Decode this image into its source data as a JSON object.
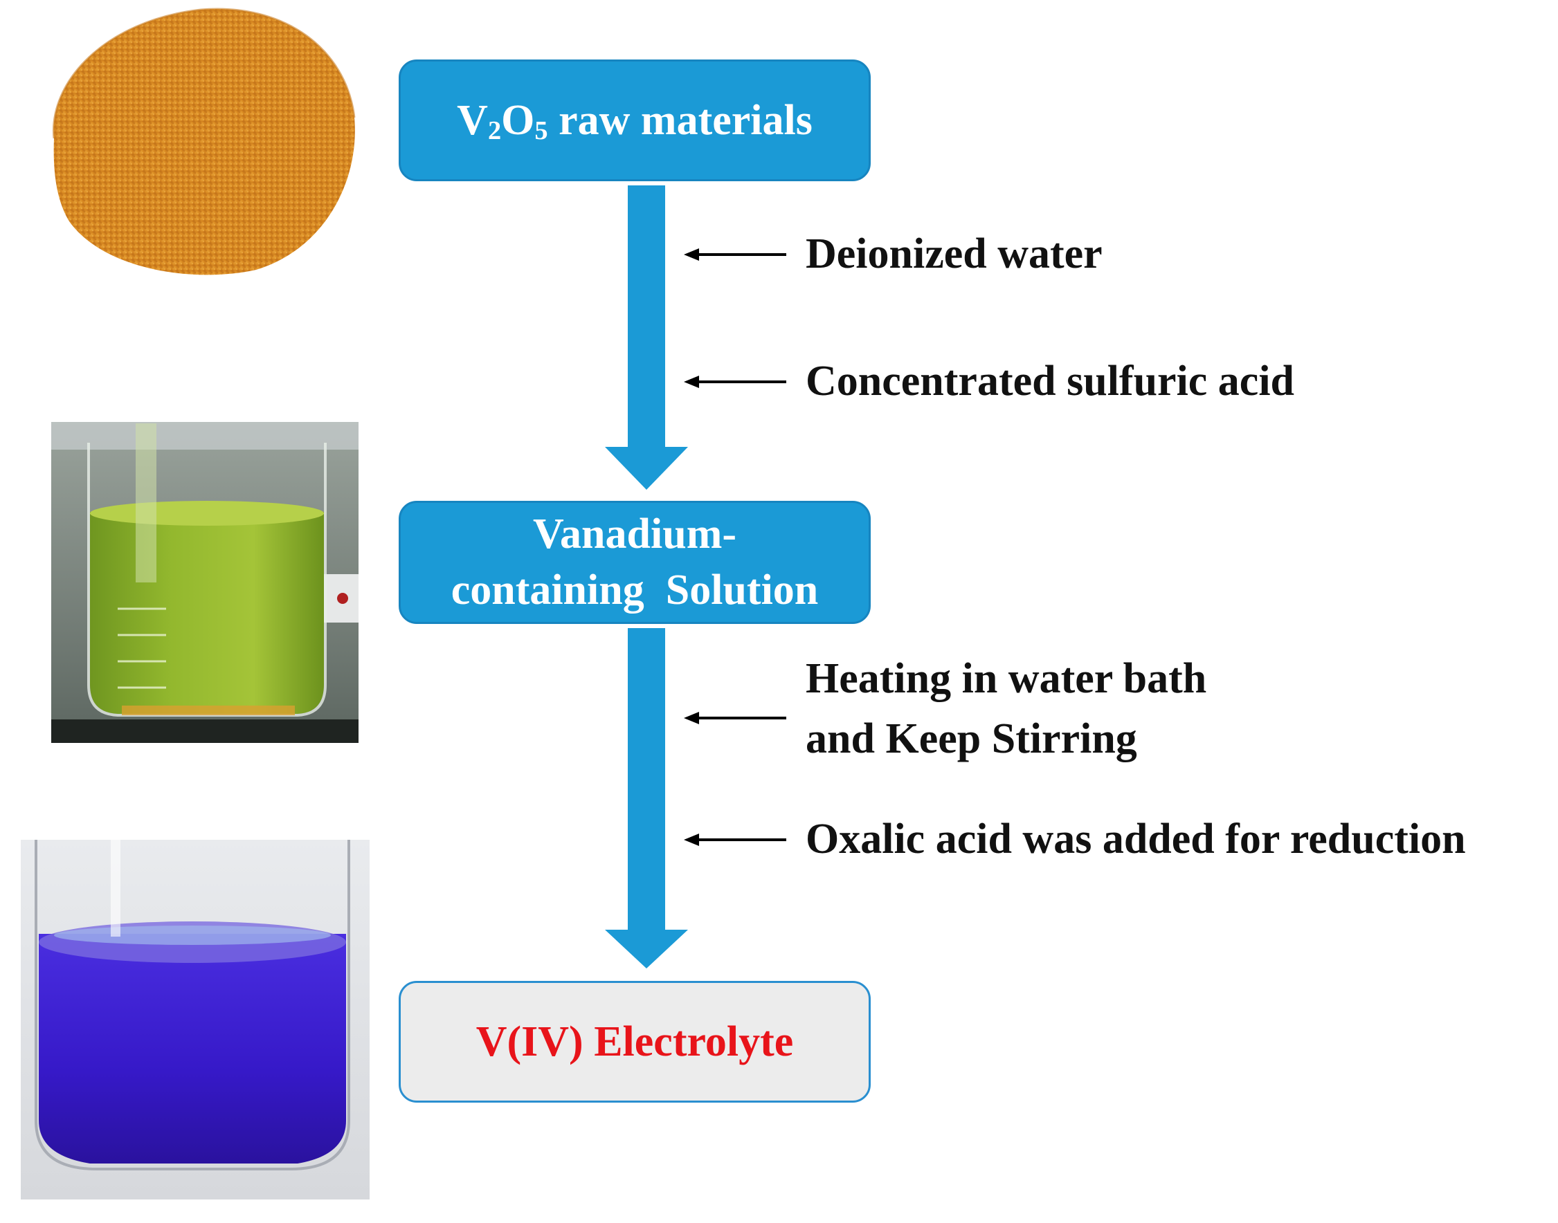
{
  "flow": {
    "start": {
      "prefix": "V",
      "sub1": "2",
      "mid": "O",
      "sub2": "5",
      "suffix": " raw materials"
    },
    "middle": {
      "line1": "Vanadium-",
      "line2": "containing  Solution"
    },
    "end": {
      "label": "V(IV) Electrolyte",
      "color": "#e8141a"
    }
  },
  "steps_first": [
    {
      "label": "Deionized water"
    },
    {
      "label": "Concentrated sulfuric acid"
    }
  ],
  "steps_second": [
    {
      "line1": "Heating in water bath",
      "line2": "and Keep Stirring"
    },
    {
      "label": "Oxalic acid was added for reduction"
    }
  ],
  "colors": {
    "box_blue": "#1b9ad6",
    "arrow_blue": "#1b9ad6",
    "end_text": "#e8141a",
    "powder": "#e0922a",
    "green_solution": "#8fb52a",
    "blue_solution": "#3b1fd0"
  },
  "images": [
    {
      "name": "v2o5-powder-photo"
    },
    {
      "name": "green-solution-beaker-photo"
    },
    {
      "name": "vanadium-electrolyte-tube-photo"
    }
  ]
}
